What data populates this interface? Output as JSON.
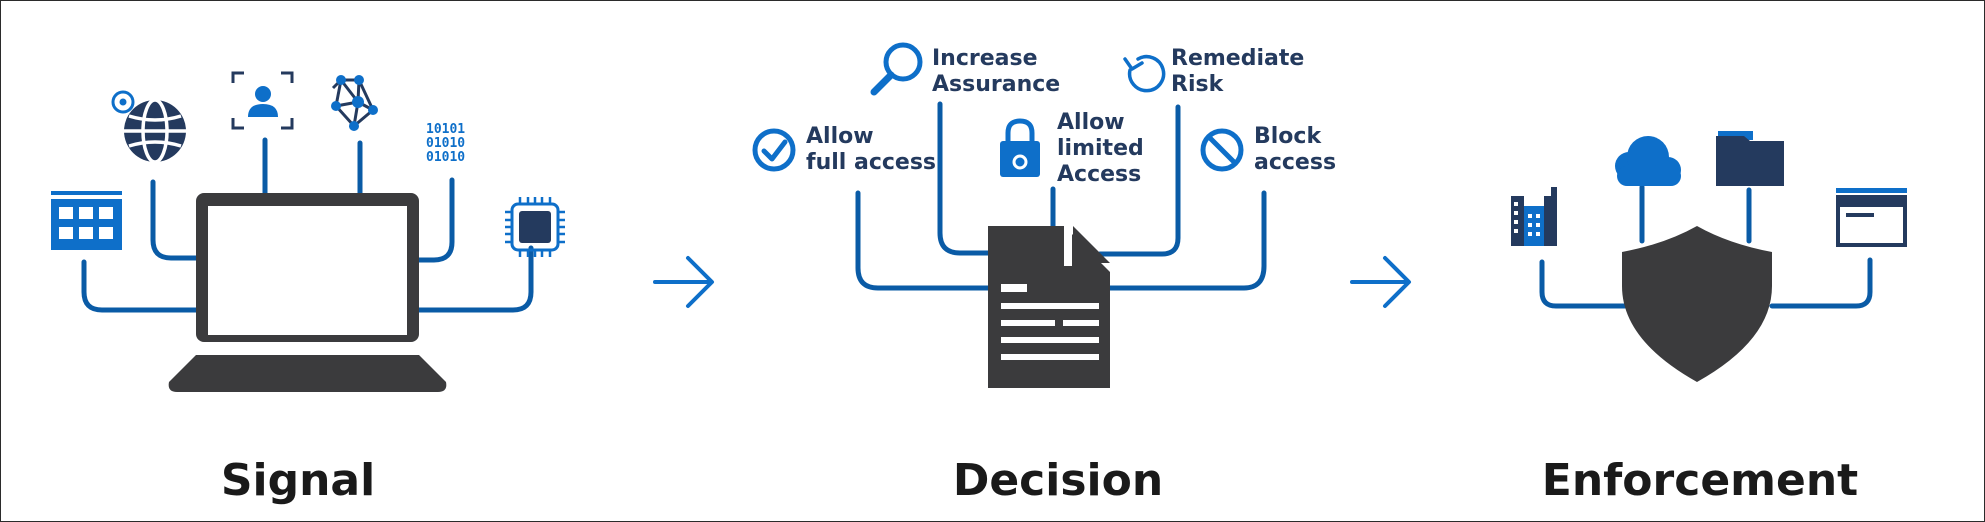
{
  "colors": {
    "blue": "#0e6fc9",
    "navy": "#243a5e",
    "dark": "#3b3b3d",
    "line": "#0a5ba6"
  },
  "sections": {
    "signal": {
      "title": "Signal",
      "icons": [
        "location-globe-icon",
        "face-id-icon",
        "network-graph-icon",
        "binary-data-icon",
        "app-grid-icon",
        "chip-icon",
        "laptop-icon"
      ]
    },
    "decision": {
      "title": "Decision",
      "options": {
        "allow_full": "Allow\nfull access",
        "increase_assurance": "Increase\nAssurance",
        "allow_limited": "Allow\nlimited\nAccess",
        "remediate_risk": "Remediate\nRisk",
        "block_access": "Block\naccess"
      },
      "icons": [
        "check-circle-icon",
        "magnifier-icon",
        "padlock-icon",
        "refresh-icon",
        "blocked-icon",
        "document-icon"
      ]
    },
    "enforcement": {
      "title": "Enforcement",
      "icons": [
        "building-icon",
        "cloud-icon",
        "folder-icon",
        "window-icon",
        "shield-icon"
      ]
    }
  },
  "arrows": [
    "arrow-right-icon",
    "arrow-right-icon"
  ]
}
